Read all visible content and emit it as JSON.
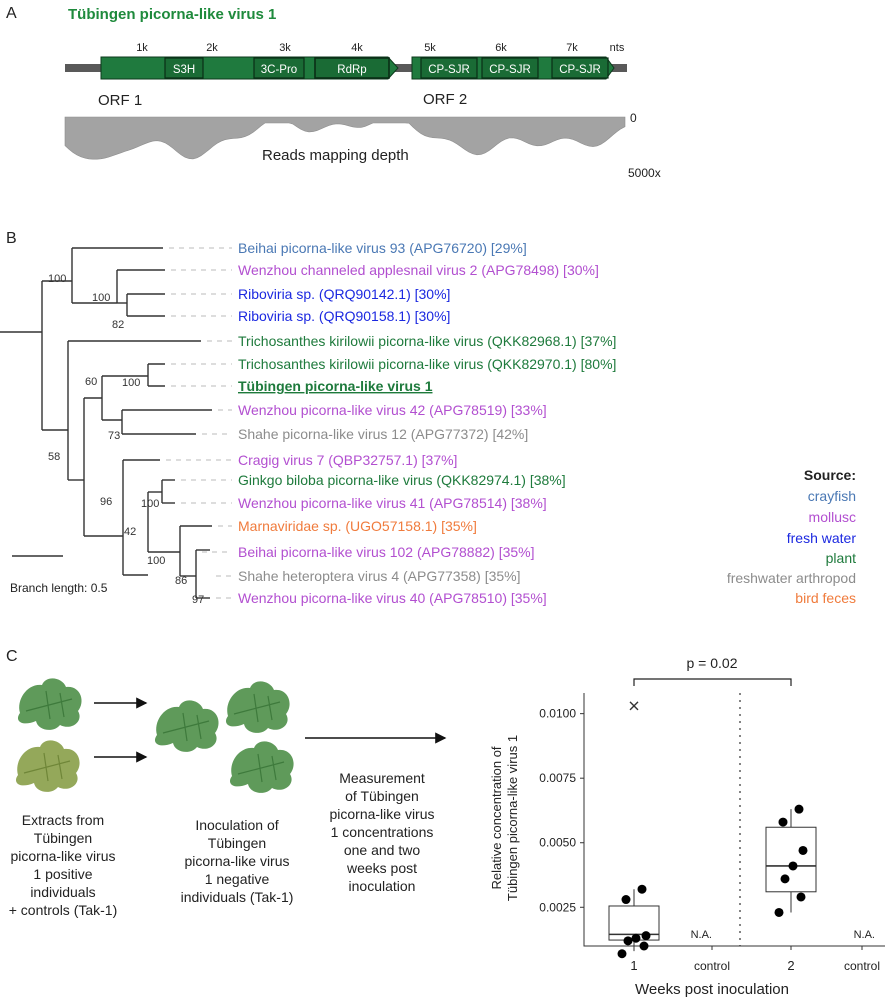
{
  "panel_a": {
    "label": "A",
    "title": "Tübingen picorna-like virus 1",
    "scale_ticks": [
      "1k",
      "2k",
      "3k",
      "4k",
      "5k",
      "6k",
      "7k"
    ],
    "scale_unit": "nts",
    "domains": [
      "S3H",
      "3C-Pro",
      "RdRp",
      "CP-SJR",
      "CP-SJR",
      "CP-SJR"
    ],
    "orf1": "ORF 1",
    "orf2": "ORF 2",
    "depth_label": "Reads mapping depth",
    "depth_top": "0",
    "depth_bottom": "5000x"
  },
  "panel_b": {
    "label": "B",
    "taxa": [
      {
        "name": "Beihai picorna-like virus 93 (APG76720) [29%]",
        "source": "crayfish"
      },
      {
        "name": "Wenzhou channeled applesnail virus 2 (APG78498) [30%]",
        "source": "mollusc"
      },
      {
        "name": "Riboviria sp. (QRQ90142.1) [30%]",
        "source": "fresh water"
      },
      {
        "name": "Riboviria sp. (QRQ90158.1) [30%]",
        "source": "fresh water"
      },
      {
        "name": "Trichosanthes kirilowii picorna-like virus (QKK82968.1) [37%]",
        "source": "plant"
      },
      {
        "name": "Trichosanthes kirilowii picorna-like virus (QKK82970.1) [80%]",
        "source": "plant"
      },
      {
        "name": "Tübingen picorna-like virus 1",
        "source": "plant"
      },
      {
        "name": "Wenzhou picorna-like virus 42 (APG78519) [33%]",
        "source": "mollusc"
      },
      {
        "name": "Shahe picorna-like virus 12 (APG77372) [42%]",
        "source": "freshwater arthropod"
      },
      {
        "name": "Cragig virus 7 (QBP32757.1) [37%]",
        "source": "mollusc"
      },
      {
        "name": "Ginkgo biloba picorna-like virus (QKK82974.1) [38%]",
        "source": "plant"
      },
      {
        "name": "Wenzhou picorna-like virus 41 (APG78514) [38%]",
        "source": "mollusc"
      },
      {
        "name": "Marnaviridae sp. (UGO57158.1) [35%]",
        "source": "bird feces"
      },
      {
        "name": "Beihai picorna-like virus 102 (APG78882) [35%]",
        "source": "mollusc"
      },
      {
        "name": "Shahe heteroptera virus 4 (APG77358) [35%]",
        "source": "freshwater arthropod"
      },
      {
        "name": "Wenzhou picorna-like virus 40 (APG78510) [35%]",
        "source": "mollusc"
      }
    ],
    "bootstrap": [
      "100",
      "100",
      "82",
      "60",
      "100",
      "73",
      "58",
      "96",
      "100",
      "42",
      "100",
      "86",
      "97"
    ],
    "scale_bar_label": "Branch length: 0.5",
    "legend": {
      "title": "Source:",
      "items": [
        {
          "label": "crayfish",
          "color": "#4a78b4"
        },
        {
          "label": "mollusc",
          "color": "#b24fd0"
        },
        {
          "label": "fresh water",
          "color": "#1b28e0"
        },
        {
          "label": "plant",
          "color": "#1e7a3c"
        },
        {
          "label": "freshwater arthropod",
          "color": "#8c8c8c"
        },
        {
          "label": "bird feces",
          "color": "#f07b3c"
        }
      ]
    }
  },
  "panel_c": {
    "label": "C",
    "step1": [
      "Extracts from",
      "Tübingen",
      "picorna-like virus",
      "1 positive",
      "individuals",
      "+ controls (Tak-1)"
    ],
    "step2": [
      "Inoculation of",
      "Tübingen",
      "picorna-like virus",
      "1 negative",
      "individuals (Tak-1)"
    ],
    "step3": [
      "Measurement",
      "of Tübingen",
      "picorna-like virus",
      "1 concentrations",
      "one and two",
      "weeks post",
      "inoculation"
    ],
    "pvalue": "p = 0.02",
    "na_label": "N.A.",
    "chart_data": {
      "type": "box",
      "categories": [
        "1",
        "control",
        "2",
        "control"
      ],
      "xlabel": "Weeks post inoculation",
      "ylabel": "Relative concentration of Tübingen picorna-like virus 1",
      "ylim": [
        0.001,
        0.0108
      ],
      "yticks": [
        "0.0025",
        "0.0050",
        "0.0075",
        "0.0100"
      ],
      "series": [
        {
          "category": "1",
          "q1": 0.00123,
          "median": 0.00145,
          "q3": 0.00255,
          "whisker_low": 0.0008,
          "whisker_high": 0.0032,
          "points": [
            0.0007,
            0.001,
            0.0012,
            0.0013,
            0.0014,
            0.0028,
            0.0032
          ],
          "outliers": [
            0.0103
          ]
        },
        {
          "category": "2",
          "q1": 0.0031,
          "median": 0.0041,
          "q3": 0.0056,
          "whisker_low": 0.0023,
          "whisker_high": 0.0063,
          "points": [
            0.0023,
            0.0029,
            0.0036,
            0.0041,
            0.0047,
            0.0058,
            0.0063
          ],
          "outliers": []
        }
      ]
    }
  }
}
